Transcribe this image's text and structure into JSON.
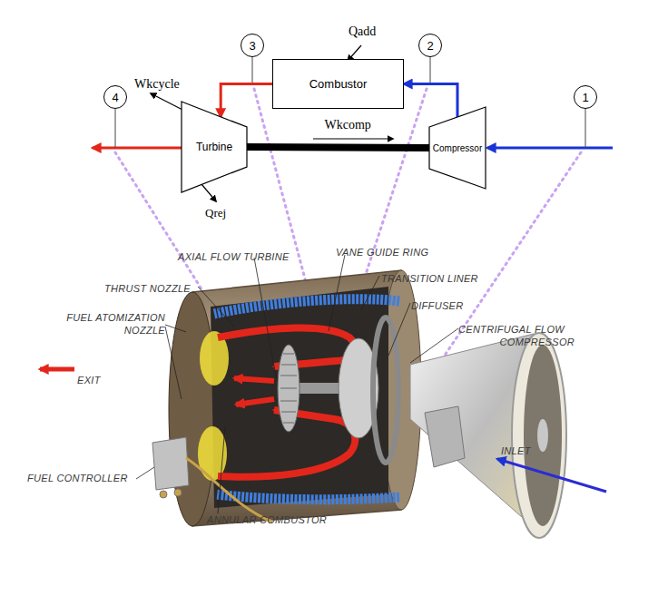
{
  "diagram": {
    "nodes": [
      {
        "text": [
          "3"
        ]
      },
      {
        "text": [
          "2"
        ]
      },
      {
        "text": [
          "Combustor"
        ]
      },
      {
        "text": [
          "4"
        ]
      },
      {
        "text": [
          "Turbine"
        ]
      },
      {
        "text": [
          "Compressor"
        ]
      },
      {
        "text": [
          "1"
        ]
      }
    ],
    "edges": [
      {
        "from": 5,
        "to": 2,
        "arrow": "to"
      },
      {
        "from": 2,
        "to": 4,
        "arrow": "to"
      },
      {
        "from": 4,
        "to": 5,
        "arrow": "none",
        "label": "Wkcomp"
      }
    ],
    "labels": [
      "Qadd",
      "Wkcycle",
      "Qrej",
      "AXIAL FLOW TURBINE",
      "VANE GUIDE RING",
      "TRANSITION LINER",
      "THRUST NOZZLE",
      "DIFFUSER",
      "FUEL ATOMIZATION NOZZLE",
      "CENTRIFUGAL FLOW COMPRESSOR",
      "EXIT",
      "INLET",
      "FUEL CONTROLLER",
      "ANNULAR COMBUSTOR"
    ]
  }
}
